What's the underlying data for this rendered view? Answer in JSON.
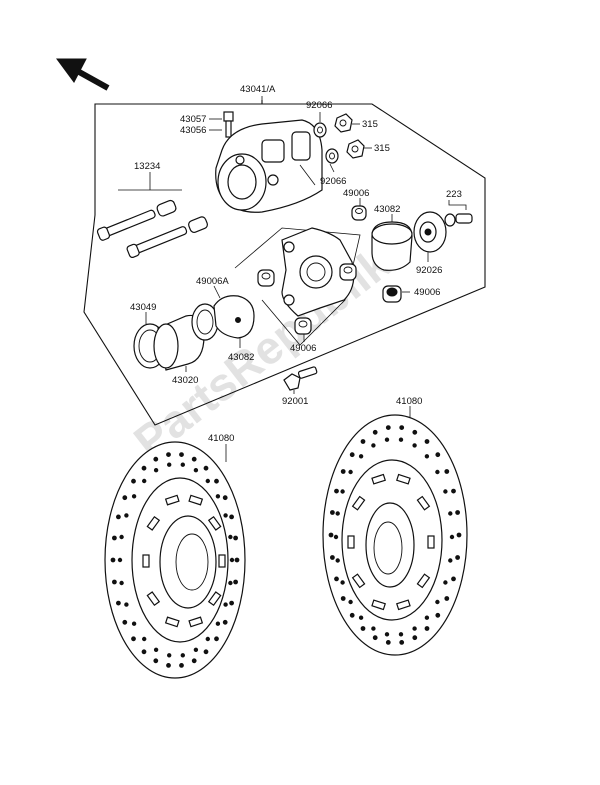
{
  "watermark": "PartsRepublik",
  "labels": {
    "assembly": "43041/A",
    "p43057": "43057",
    "p43056": "43056",
    "p92066a": "92066",
    "p315a": "315",
    "p315b": "315",
    "p92066b": "92066",
    "p13234": "13234",
    "p49006a": "49006",
    "p43082a": "43082",
    "p223": "223",
    "p92026": "92026",
    "p49006b": "49006",
    "p49006A": "49006A",
    "p43049": "43049",
    "p43082b": "43082",
    "p43020": "43020",
    "p49006c": "49006",
    "p92001": "92001",
    "p41080a": "41080",
    "p41080b": "41080"
  },
  "icons": {
    "direction_arrow": "front-direction-arrow-icon"
  }
}
